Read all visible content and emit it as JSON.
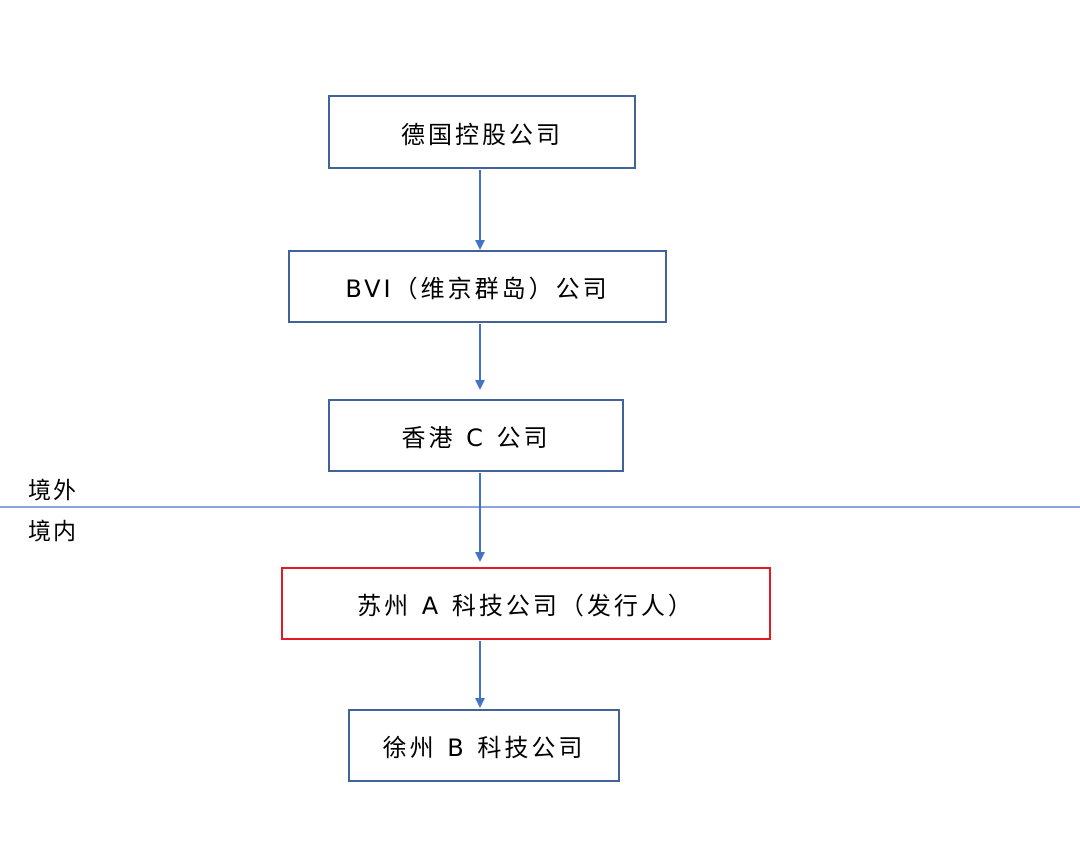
{
  "diagram": {
    "nodes": [
      {
        "id": "b1",
        "label": "德国控股公司"
      },
      {
        "id": "b2",
        "label": "BVI（维京群岛）公司"
      },
      {
        "id": "b3",
        "label": "香港 C 公司"
      },
      {
        "id": "b4",
        "label": "苏州 A 科技公司（发行人）"
      },
      {
        "id": "b5",
        "label": "徐州 B 科技公司"
      }
    ],
    "edges": [
      {
        "from": "b1",
        "to": "b2"
      },
      {
        "from": "b2",
        "to": "b3"
      },
      {
        "from": "b3",
        "to": "b4"
      },
      {
        "from": "b4",
        "to": "b5"
      }
    ],
    "divider": {
      "upper_label": "境外",
      "lower_label": "境内"
    },
    "colors": {
      "box_border": "#41639a",
      "issuer_border": "#e11b23",
      "arrow": "#4472c4",
      "divider": "#4472c4"
    }
  }
}
